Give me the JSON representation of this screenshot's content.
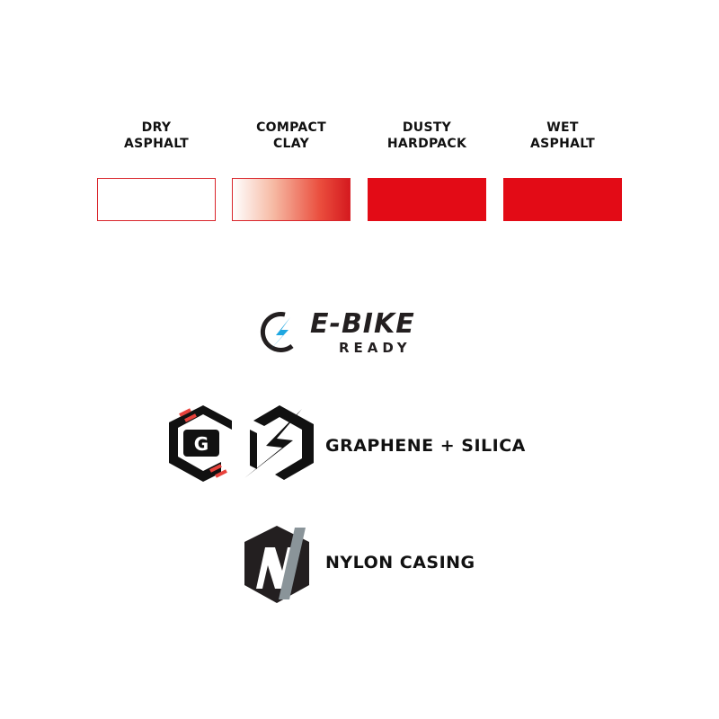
{
  "surfaces": [
    {
      "line1": "DRY",
      "line2": "ASPHALT",
      "fill": 0
    },
    {
      "line1": "COMPACT",
      "line2": "CLAY",
      "fill": 0.5
    },
    {
      "line1": "DUSTY",
      "line2": "HARDPACK",
      "fill": 1
    },
    {
      "line1": "WET",
      "line2": "ASPHALT",
      "fill": 1
    }
  ],
  "colors": {
    "red": "#e30b16",
    "blue": "#1ea7e1",
    "gray": "#8a9499",
    "dark": "#231f20"
  },
  "ebike": {
    "title": "E-BIKE",
    "subtitle": "READY"
  },
  "features": [
    {
      "label": "GRAPHENE + SILICA",
      "icon_letter": "G"
    },
    {
      "label": "NYLON CASING"
    }
  ]
}
